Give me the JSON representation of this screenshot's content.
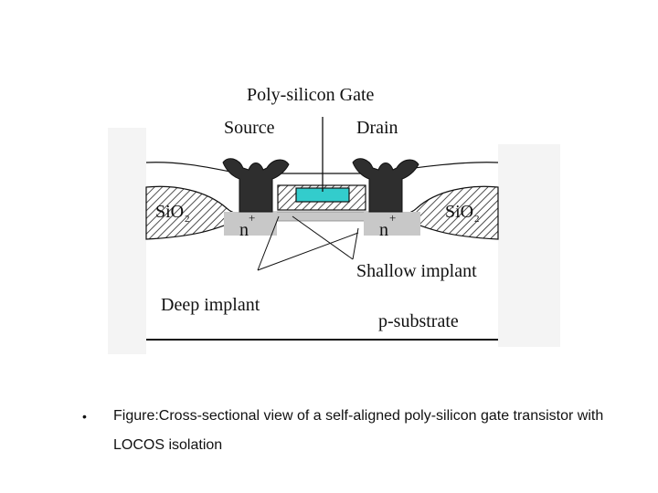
{
  "diagram": {
    "gate_label": "Poly-silicon Gate",
    "source_label": "Source",
    "drain_label": "Drain",
    "oxide_label_main": "SiO",
    "oxide_label_sub": "2",
    "n_label": "n",
    "n_sup": "+",
    "shallow_label": "Shallow implant",
    "deep_label": "Deep implant",
    "substrate_label": "p-substrate"
  },
  "caption": {
    "bullet": "•",
    "text": "Figure:Cross-sectional view of a self-aligned poly-silicon gate transistor with LOCOS isolation"
  },
  "colors": {
    "gate_fill": "#33cccc",
    "contact_fill": "#2e2e2e",
    "implant_fill": "#c8c8c8",
    "scan_background": "#f4f4f4"
  }
}
